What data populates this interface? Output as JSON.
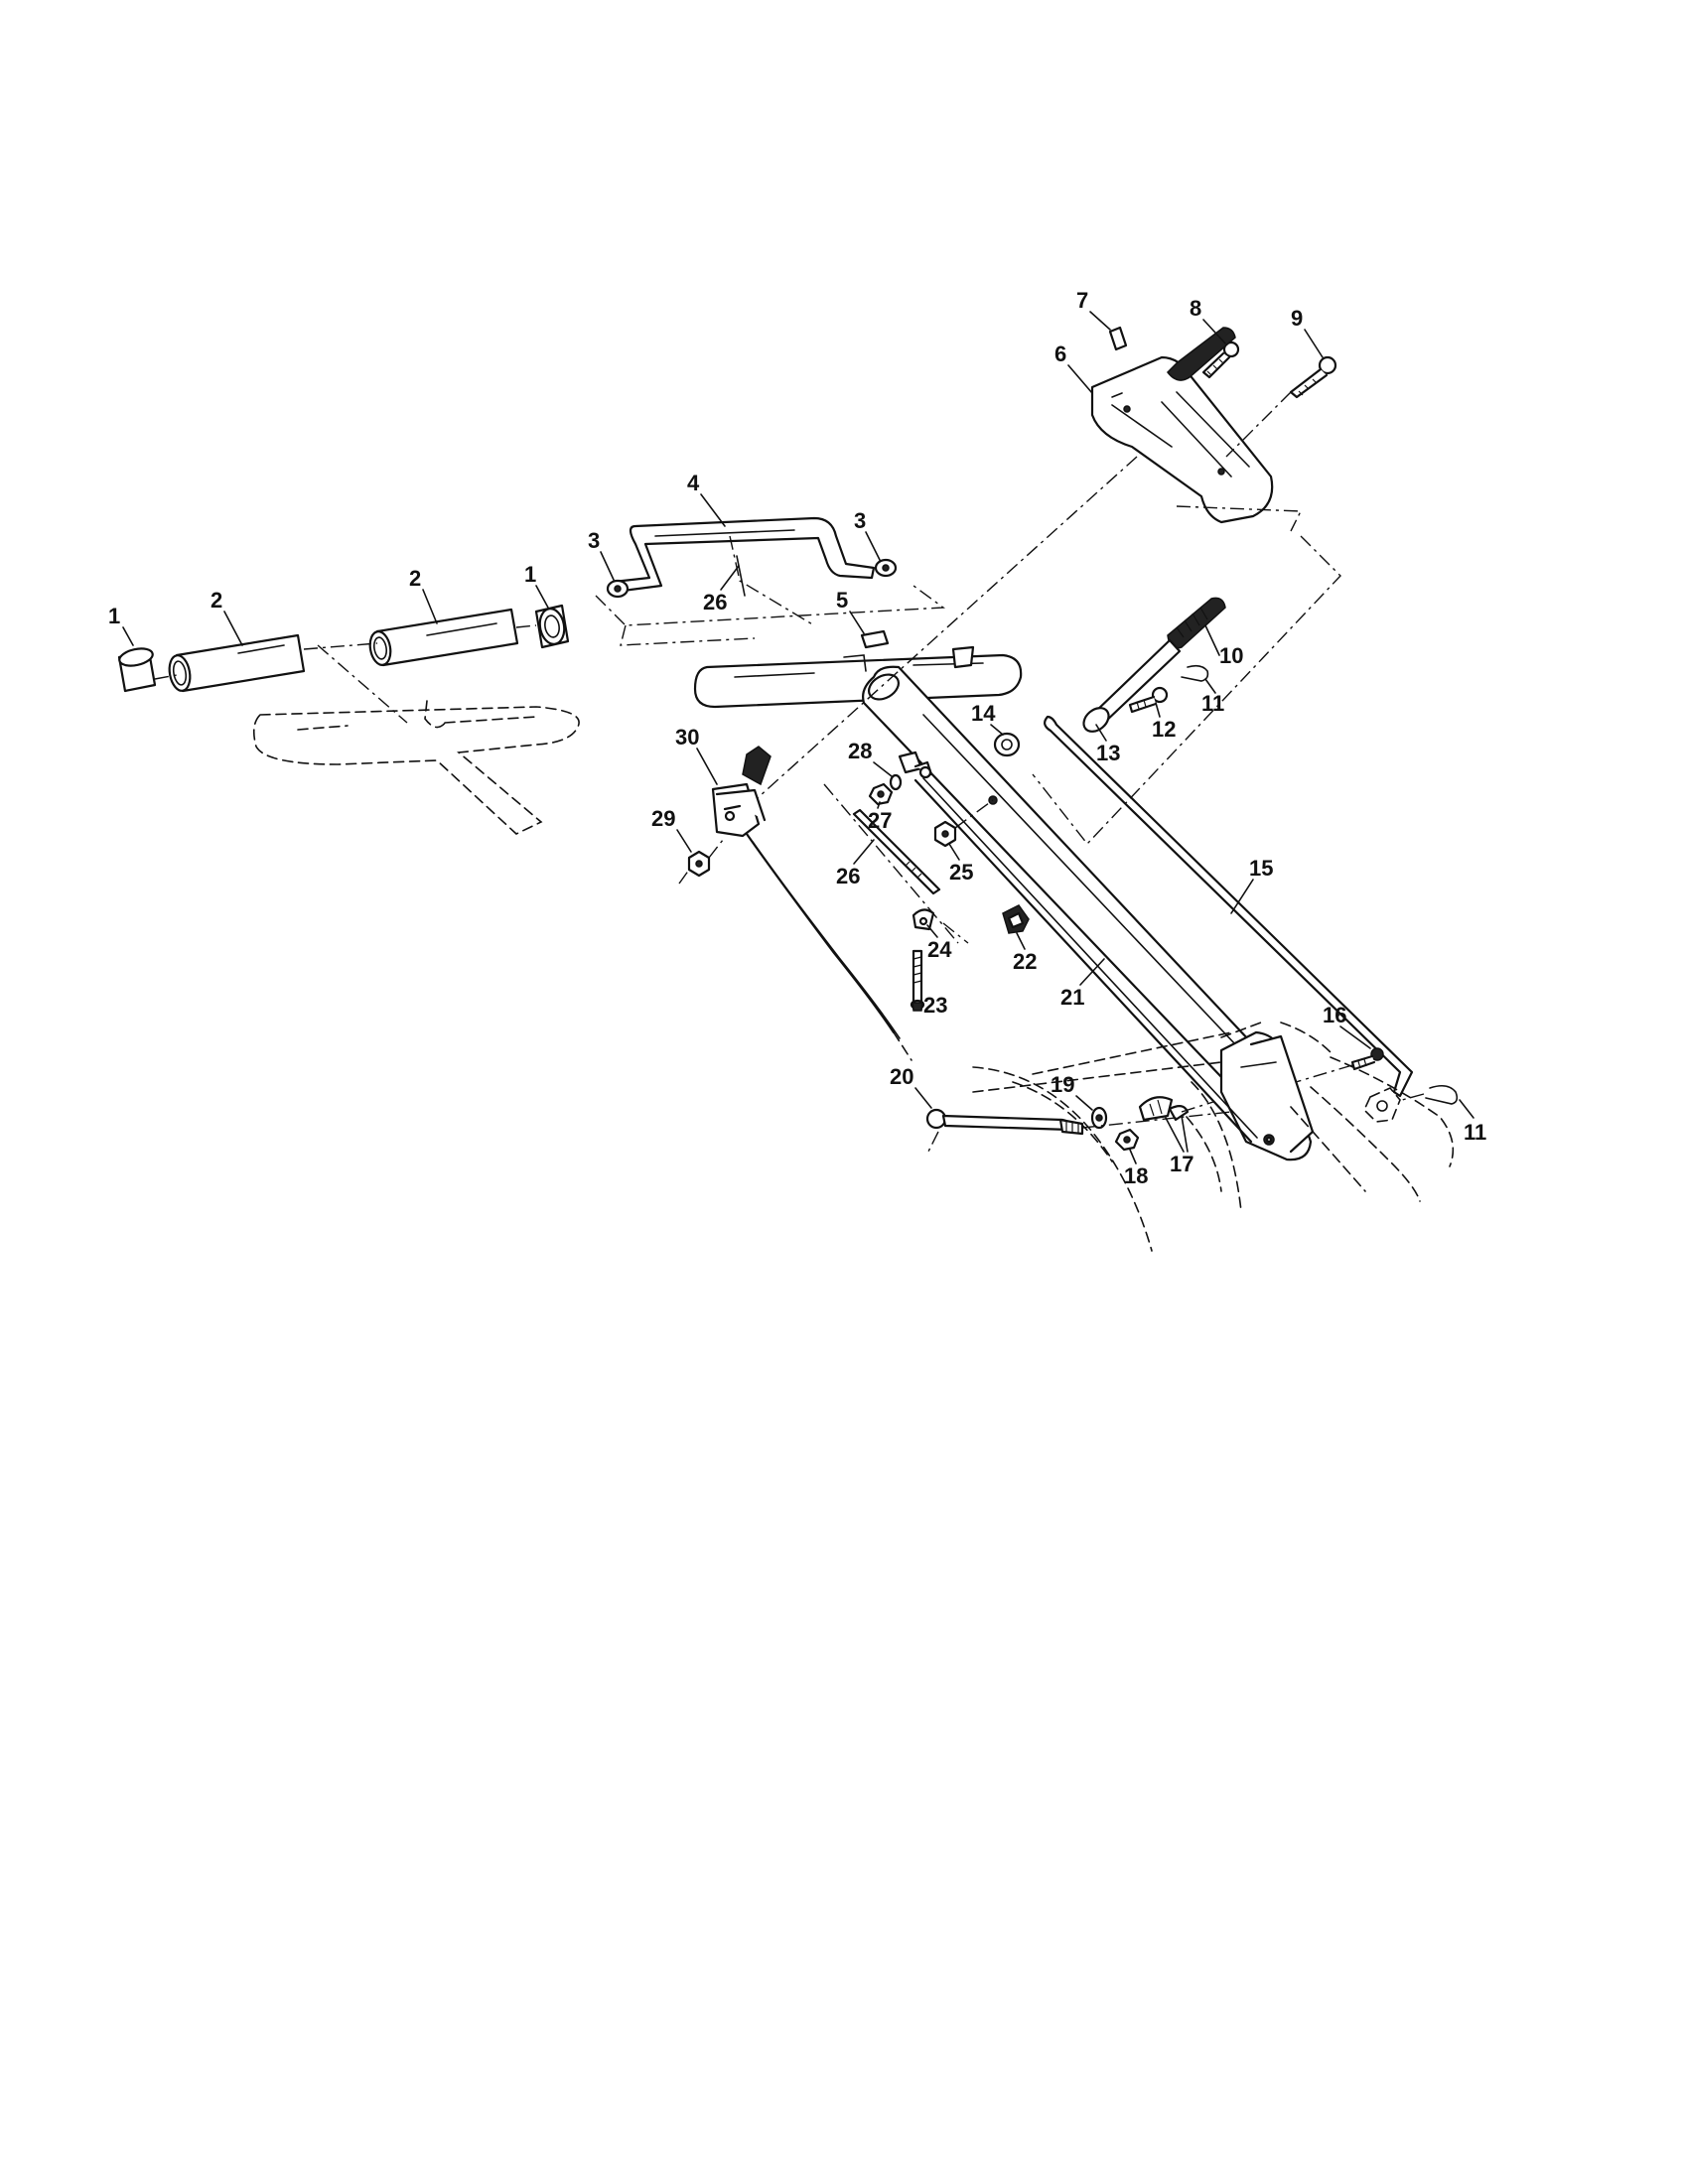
{
  "diagram": {
    "callouts": [
      {
        "id": "c1a",
        "text": "1"
      },
      {
        "id": "c1b",
        "text": "1"
      },
      {
        "id": "c2a",
        "text": "2"
      },
      {
        "id": "c2b",
        "text": "2"
      },
      {
        "id": "c3a",
        "text": "3"
      },
      {
        "id": "c3b",
        "text": "3"
      },
      {
        "id": "c4",
        "text": "4"
      },
      {
        "id": "c5",
        "text": "5"
      },
      {
        "id": "c6",
        "text": "6"
      },
      {
        "id": "c7",
        "text": "7"
      },
      {
        "id": "c8",
        "text": "8"
      },
      {
        "id": "c9",
        "text": "9"
      },
      {
        "id": "c10",
        "text": "10"
      },
      {
        "id": "c11a",
        "text": "11"
      },
      {
        "id": "c11b",
        "text": "11"
      },
      {
        "id": "c12",
        "text": "12"
      },
      {
        "id": "c13",
        "text": "13"
      },
      {
        "id": "c14",
        "text": "14"
      },
      {
        "id": "c15",
        "text": "15"
      },
      {
        "id": "c16",
        "text": "16"
      },
      {
        "id": "c17",
        "text": "17"
      },
      {
        "id": "c18",
        "text": "18"
      },
      {
        "id": "c19",
        "text": "19"
      },
      {
        "id": "c20",
        "text": "20"
      },
      {
        "id": "c21",
        "text": "21"
      },
      {
        "id": "c22",
        "text": "22"
      },
      {
        "id": "c23",
        "text": "23"
      },
      {
        "id": "c24",
        "text": "24"
      },
      {
        "id": "c25",
        "text": "25"
      },
      {
        "id": "c26a",
        "text": "26"
      },
      {
        "id": "c26b",
        "text": "26"
      },
      {
        "id": "c27",
        "text": "27"
      },
      {
        "id": "c28",
        "text": "28"
      },
      {
        "id": "c29",
        "text": "29"
      },
      {
        "id": "c30",
        "text": "30"
      }
    ]
  }
}
